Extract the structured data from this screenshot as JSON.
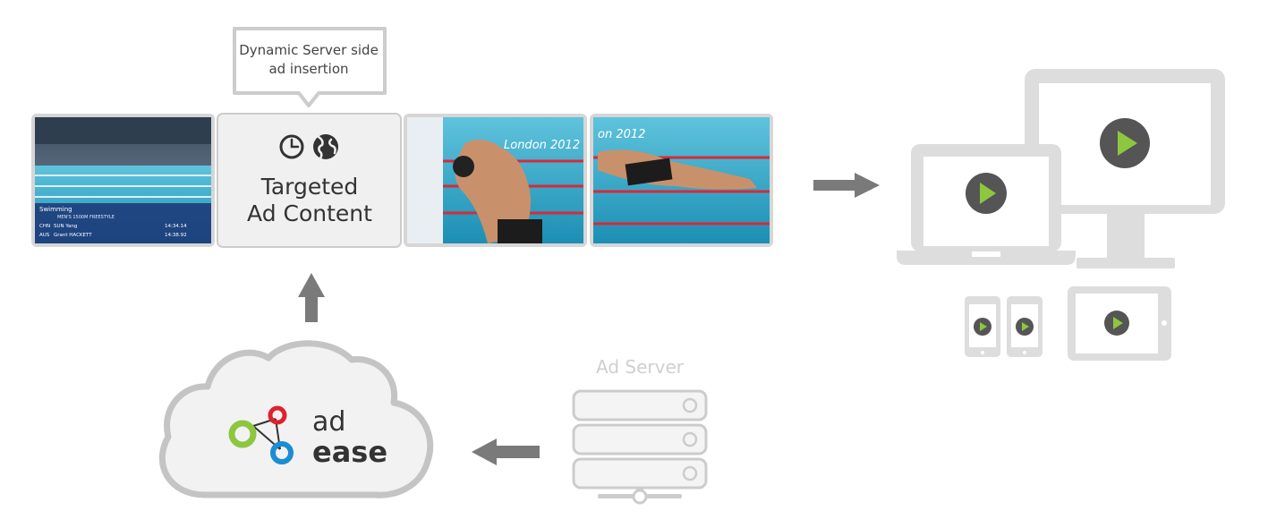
{
  "callout": {
    "line1": "Dynamic Server side",
    "line2": "ad insertion"
  },
  "ad_slot": {
    "line1": "Targeted",
    "line2": "Ad Content",
    "icons": [
      "clock-icon",
      "globe-icon"
    ]
  },
  "frames": {
    "frame1": {
      "banner": "Swimming",
      "event": "MEN'S 1500M FREESTYLE",
      "rows": [
        {
          "nation": "CHN",
          "name": "SUN Yang",
          "time": "14:34.14"
        },
        {
          "nation": "AUS",
          "name": "Grant HACKETT",
          "time": "14:38.92"
        }
      ]
    },
    "frame3": {
      "watermark": "London 2012"
    },
    "frame4": {
      "watermark": "on 2012"
    }
  },
  "logo": {
    "word1": "ad",
    "word2": "ease"
  },
  "server": {
    "label": "Ad Server"
  },
  "colors": {
    "arrow": "#7a7a7a",
    "device": "#dddddd",
    "cloud_stroke": "#c4c4c4",
    "cloud_fill": "#f2f2f2",
    "play_green": "#8dc63f",
    "play_dark": "#555555",
    "logo_green": "#8dc63f",
    "logo_red": "#e0202e",
    "logo_blue": "#1a8dd4",
    "pool_blue": "#2aa7c8"
  }
}
